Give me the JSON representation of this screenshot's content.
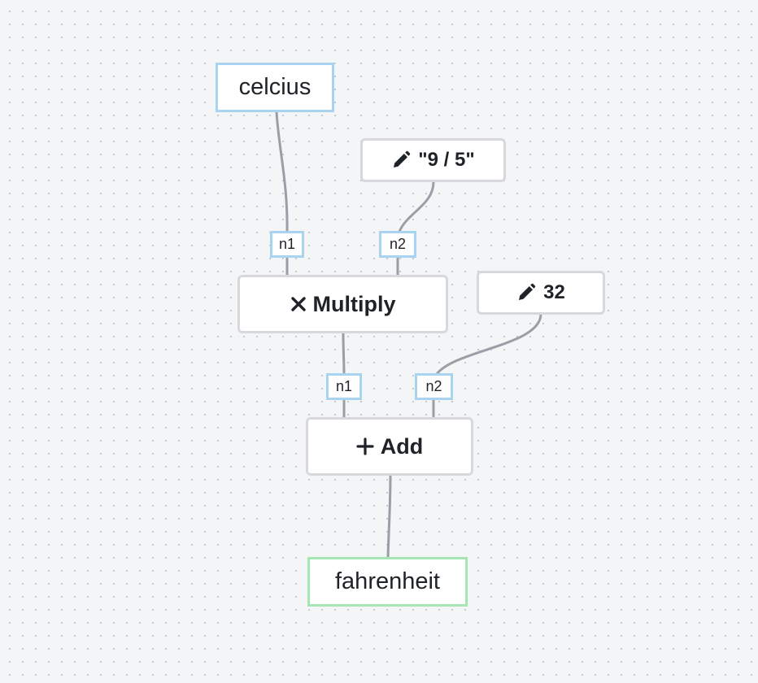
{
  "nodes": {
    "input_var": {
      "label": "celcius",
      "icon": "none"
    },
    "const_ratio": {
      "label": "\"9 / 5\"",
      "icon": "pencil-icon"
    },
    "multiply": {
      "label": "Multiply",
      "icon": "times-icon",
      "ports": [
        "n1",
        "n2"
      ]
    },
    "const_offset": {
      "label": "32",
      "icon": "pencil-icon"
    },
    "add": {
      "label": "Add",
      "icon": "plus-icon",
      "ports": [
        "n1",
        "n2"
      ]
    },
    "output_var": {
      "label": "fahrenheit",
      "icon": "none"
    }
  },
  "edges": [
    {
      "from": "celcius",
      "to": "Multiply.n1"
    },
    {
      "from": "\"9 / 5\"",
      "to": "Multiply.n2"
    },
    {
      "from": "Multiply",
      "to": "Add.n1"
    },
    {
      "from": "32",
      "to": "Add.n2"
    },
    {
      "from": "Add",
      "to": "fahrenheit"
    }
  ],
  "colors": {
    "background": "#f4f5f7",
    "grid_dot": "#c3c7cf",
    "input_border": "#a8d4f2",
    "output_border": "#a6e6b4",
    "node_border": "#d6d8dc",
    "edge": "#9a9ea6"
  }
}
